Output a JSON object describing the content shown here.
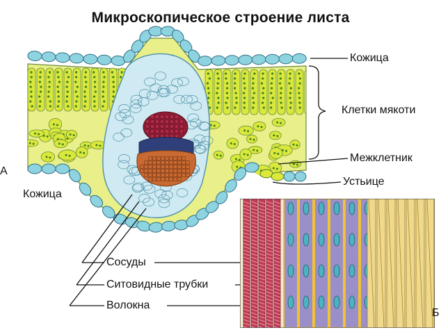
{
  "title": "Микроскопическое строение листа",
  "labels": {
    "upper_epidermis": "Кожица",
    "mesophyll": "Клетки мякоти",
    "intercellular": "Межклетник",
    "stoma": "Устьице",
    "lower_epidermis": "Кожица",
    "vessels": "Сосуды",
    "sieve_tubes": "Ситовидные трубки",
    "fibers": "Волокна"
  },
  "panel_letters": {
    "a": "А",
    "b": "Б"
  },
  "colors": {
    "epidermis": "#8ed3e0",
    "mesophyll": "#d9e83a",
    "chloroplast": "#3f7f22",
    "xylem": "#8e1d35",
    "phloem_blue": "#2f3f7a",
    "phloem_orange": "#c86a32",
    "bundle_sheath": "#cfeaf2",
    "vessel_red": "#c23a55",
    "tube_purple": "#9a8fc8",
    "fiber_yellow": "#f0d98a"
  }
}
